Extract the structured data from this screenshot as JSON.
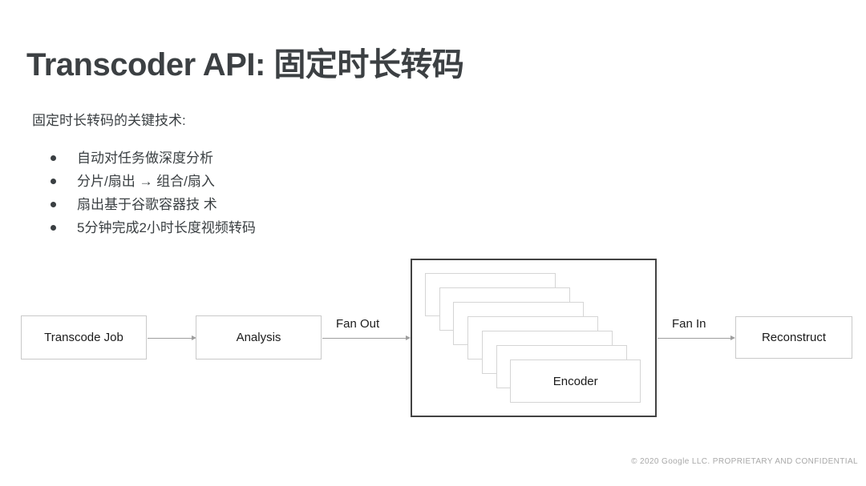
{
  "slide": {
    "title": "Transcoder API: 固定时长转码",
    "subtitle": "固定时长转码的关键技术:",
    "bullets": [
      "自动对任务做深度分析",
      "分片/扇出 → 组合/扇入",
      "扇出基于谷歌容器技 术",
      "5分钟完成2小时长度视频转码"
    ],
    "footer": "© 2020 Google LLC. PROPRIETARY AND CONFIDENTIAL"
  },
  "diagram": {
    "nodes": {
      "job": "Transcode Job",
      "analysis": "Analysis",
      "encoder": "Encoder",
      "reconstruct": "Reconstruct"
    },
    "edge_labels": {
      "fan_out": "Fan Out",
      "fan_in": "Fan In"
    },
    "encoder_stack_count": 7
  },
  "colors": {
    "title_text": "#3c4043",
    "body_text": "#3a3f42",
    "node_border": "#c9c9c9",
    "container_border": "#424242",
    "arrow": "#9e9e9e",
    "footer_text": "#a8a8a8",
    "background": "#ffffff"
  }
}
